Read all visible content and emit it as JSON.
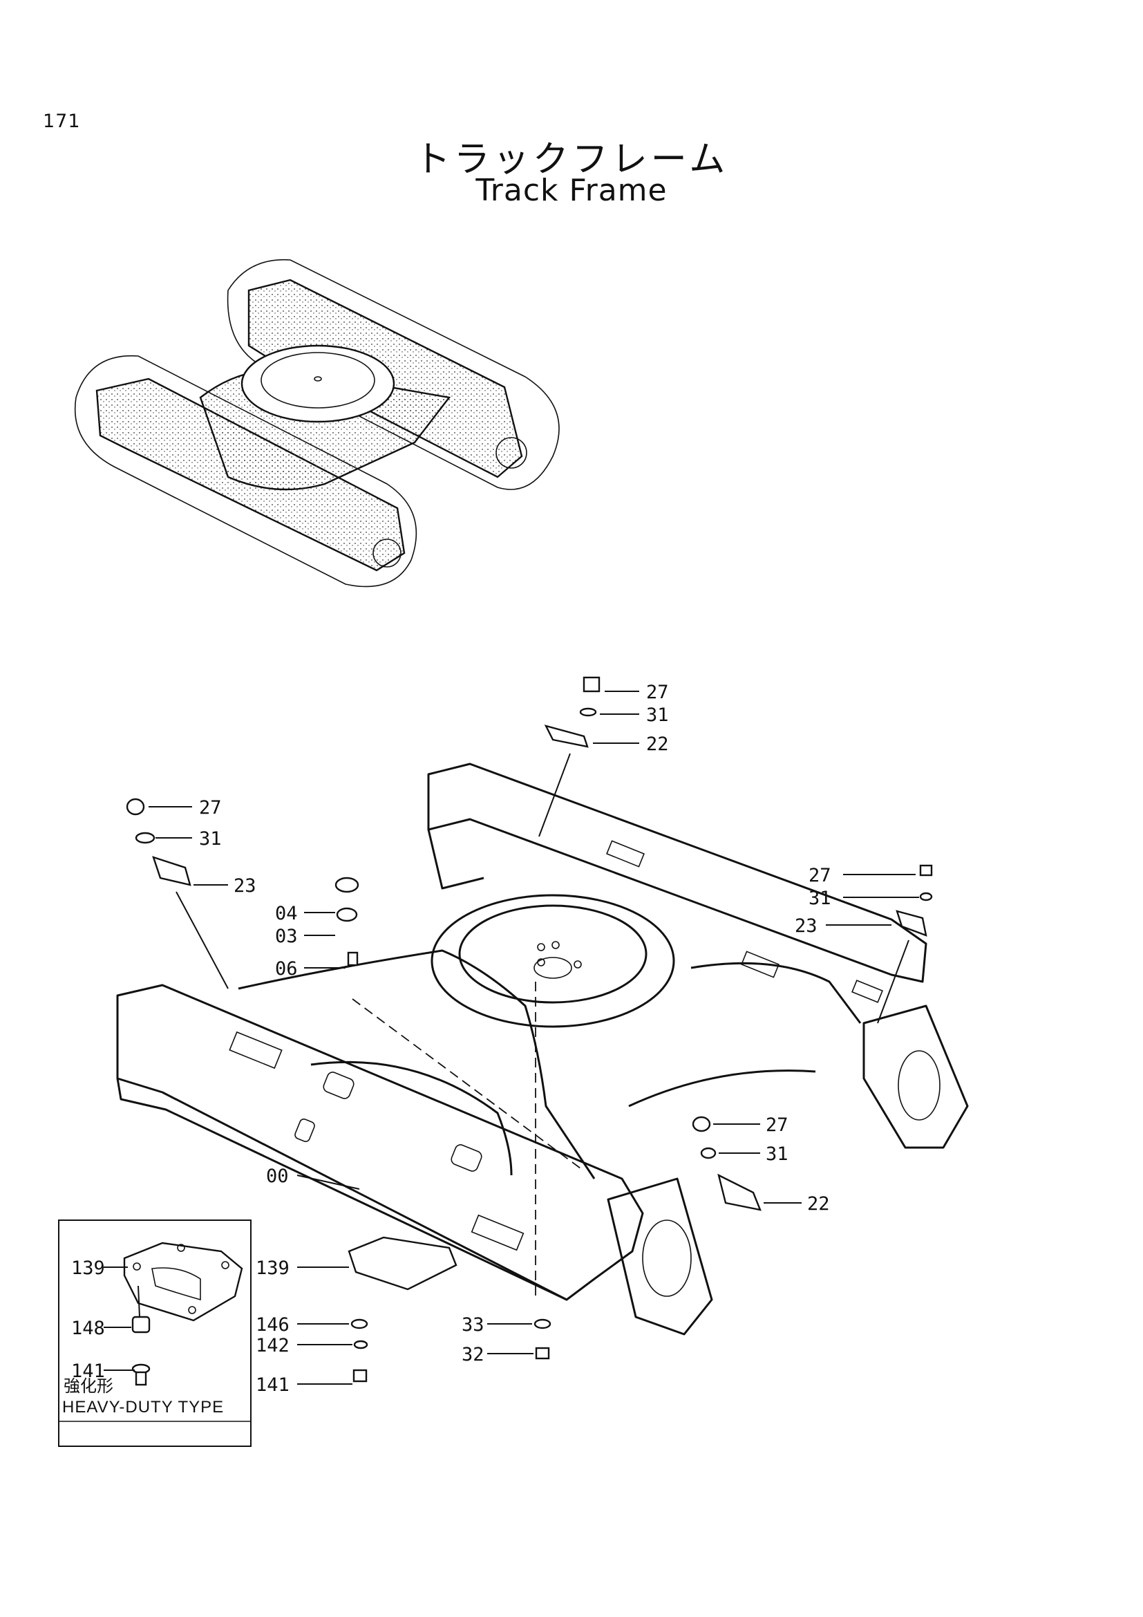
{
  "page_number": "171",
  "title_jp": "トラックフレーム",
  "title_en": "Track Frame",
  "callouts": [
    "27",
    "31",
    "22",
    "27",
    "31",
    "23",
    "04",
    "03",
    "06",
    "27",
    "31",
    "23",
    "27",
    "31",
    "22",
    "00",
    "139",
    "146",
    "142",
    "141",
    "33",
    "32",
    "139",
    "148",
    "141"
  ],
  "inset": {
    "label_jp": "強化形",
    "label_en": "HEAVY-DUTY TYPE"
  }
}
